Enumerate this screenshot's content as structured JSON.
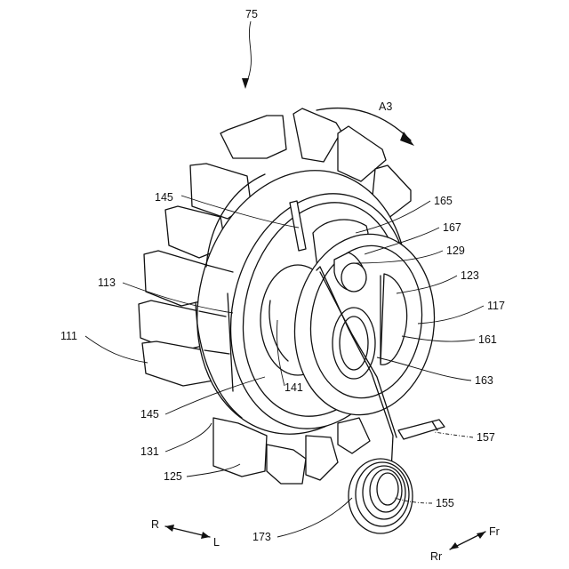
{
  "figure": {
    "assembly_ref": "75",
    "rotation_ref": "A3",
    "parts": [
      {
        "id": "p165",
        "text": "165"
      },
      {
        "id": "p145a",
        "text": "145"
      },
      {
        "id": "p167",
        "text": "167"
      },
      {
        "id": "p129",
        "text": "129"
      },
      {
        "id": "p123",
        "text": "123"
      },
      {
        "id": "p113",
        "text": "113"
      },
      {
        "id": "p117",
        "text": "117"
      },
      {
        "id": "p111",
        "text": "111"
      },
      {
        "id": "p161",
        "text": "161"
      },
      {
        "id": "p141",
        "text": "141"
      },
      {
        "id": "p163",
        "text": "163"
      },
      {
        "id": "p145b",
        "text": "145"
      },
      {
        "id": "p157",
        "text": "157"
      },
      {
        "id": "p131",
        "text": "131"
      },
      {
        "id": "p125",
        "text": "125"
      },
      {
        "id": "p155",
        "text": "155"
      },
      {
        "id": "p173",
        "text": "173"
      }
    ],
    "directions": {
      "r": "R",
      "l": "L",
      "fr": "Fr",
      "rr": "Rr"
    }
  }
}
